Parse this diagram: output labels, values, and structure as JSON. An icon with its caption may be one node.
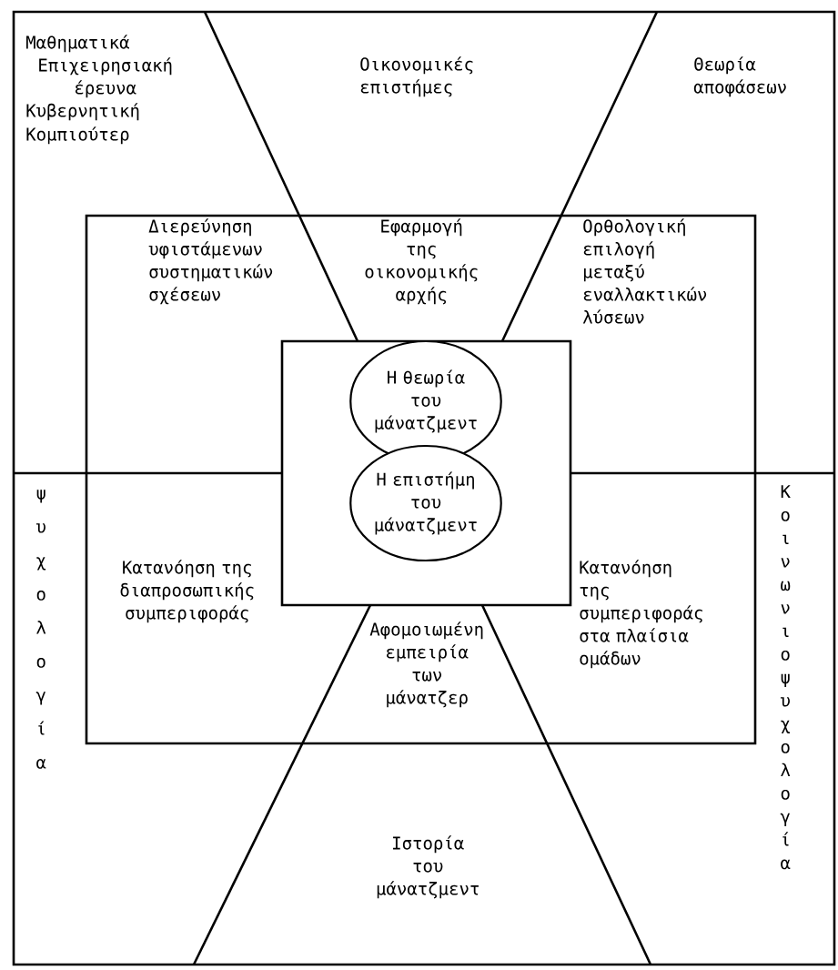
{
  "diagram": {
    "nodes": [
      {
        "text": [],
        "shape": "box"
      },
      {
        "text": [],
        "shape": "box",
        "in": 0
      },
      {
        "text": [
          "Η θεωρία του μάνατζμεντ"
        ],
        "in": 1
      },
      {
        "text": [
          "Η επιστήμη του μάνατζμεντ"
        ],
        "in": 1
      }
    ],
    "labels": [
      "Μαθηματικά",
      "Επιχειρησιακή έρευνα",
      "Κυβερνητική",
      "Κομπιούτερ",
      "Οικονομικές επιστήμες",
      "Θεωρία αποφάσεων",
      "Διερεύνηση υφιστάμενων συστηματικών σχέσεων",
      "Εφαρμογή της οικονομικής αρχής",
      "Ορθολογική επιλογή μεταξύ εναλλακτικών λύσεων",
      "ψυχολογία",
      "Κατανόηση της διαπροσωπικής συμπεριφοράς",
      "Αφομοιωμένη εμπειρία των μάνατζερ",
      "Κατανόηση της συμπεριφοράς στα πλαίσια ομάδων",
      "Κοινωνιοψυχολογία",
      "Ιστορία του μάνατζμεντ"
    ]
  }
}
